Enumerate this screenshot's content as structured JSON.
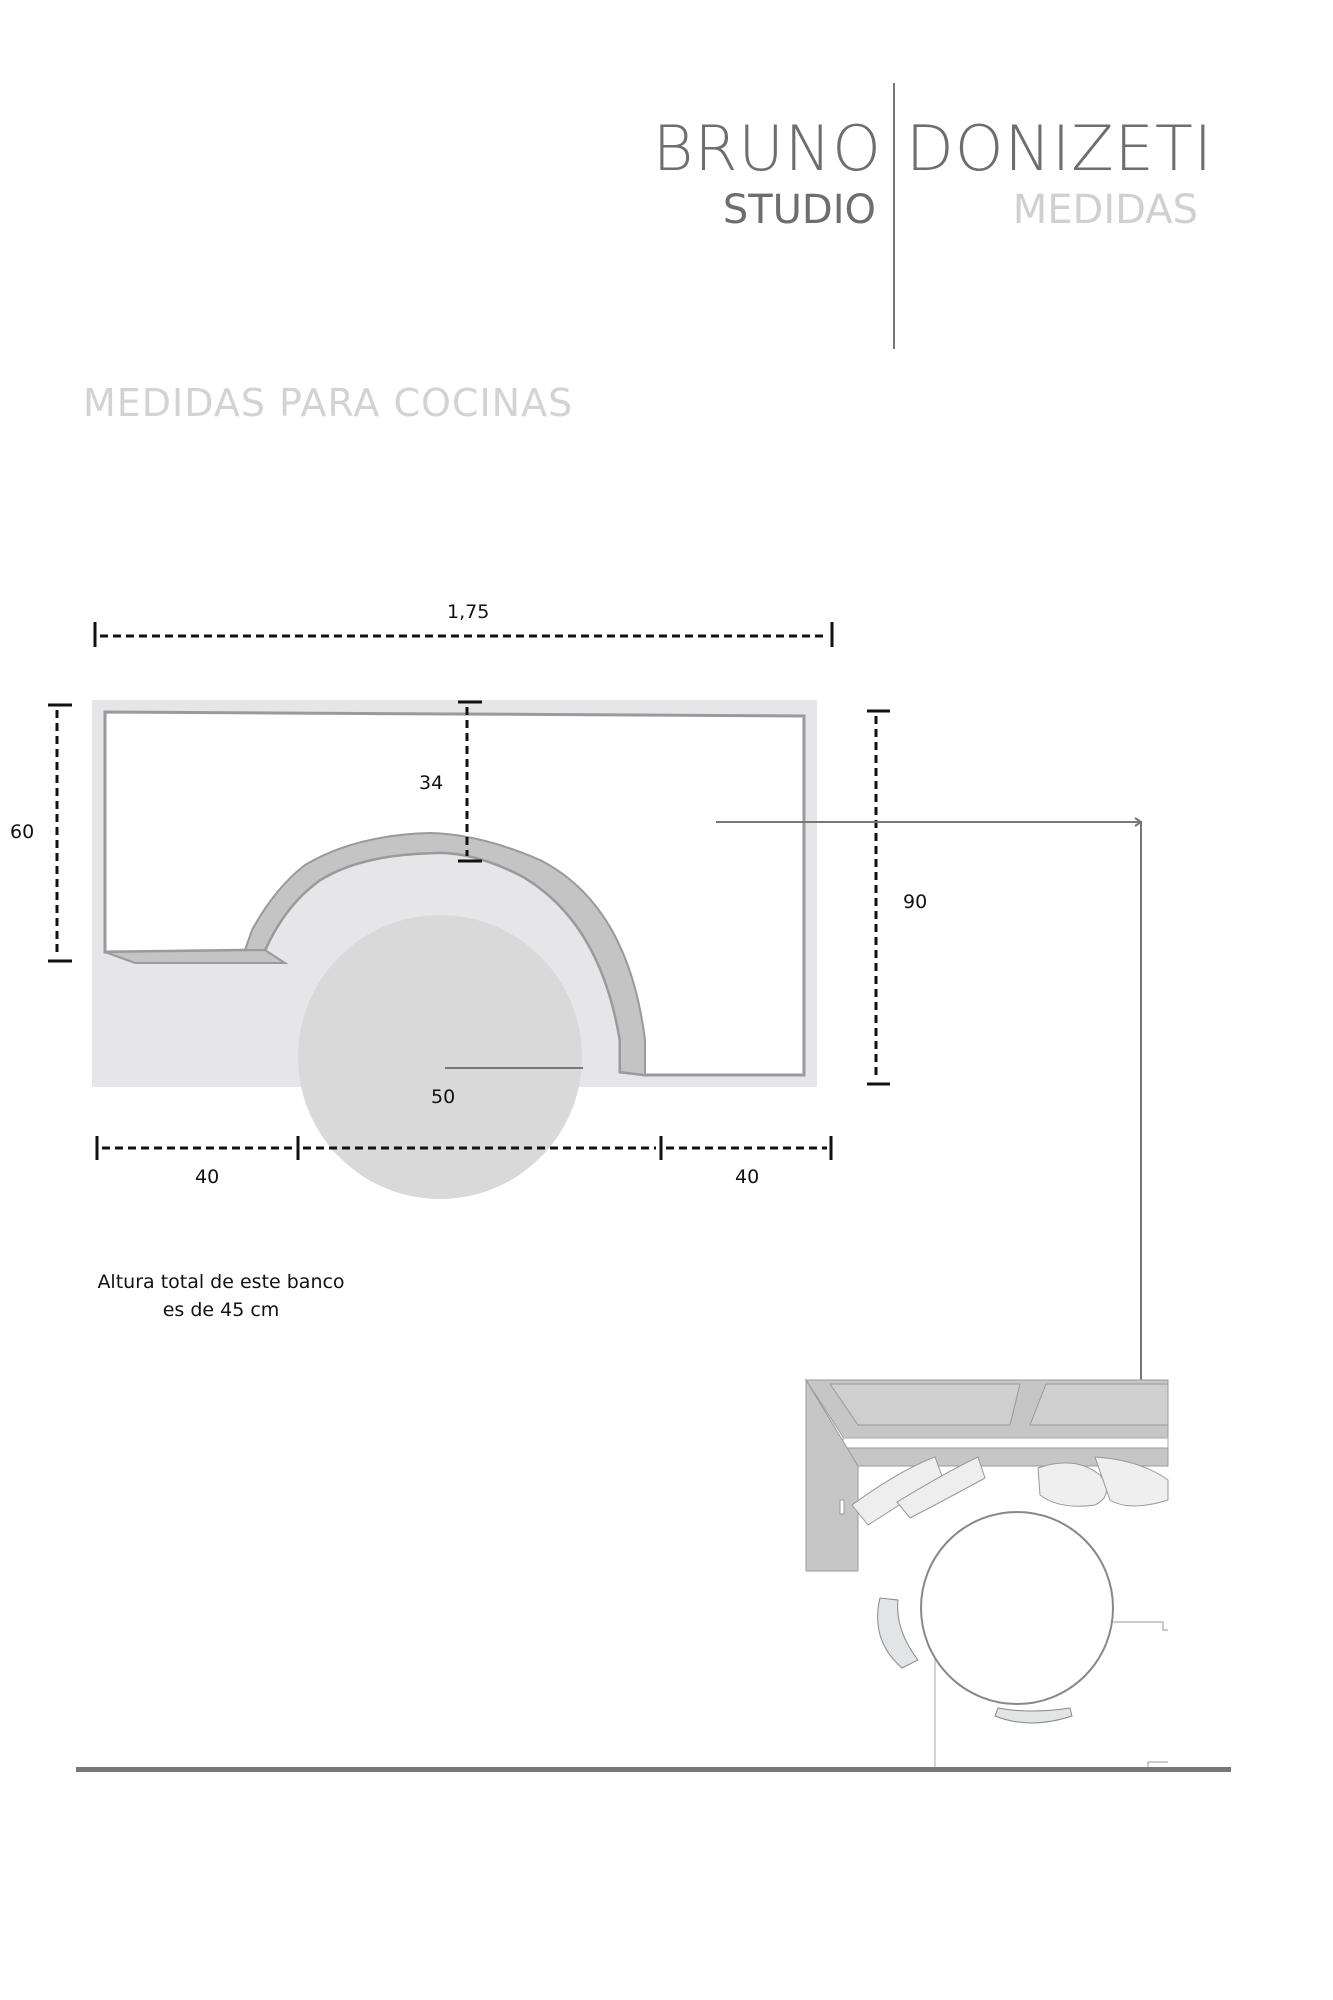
{
  "header": {
    "brand_left_line1": "BRUNO",
    "brand_left_line2": "STUDIO",
    "brand_right_line1": "DONIZETI",
    "brand_right_line2": "MEDIDAS"
  },
  "page": {
    "title": "MEDIDAS PARA COCINAS"
  },
  "diagram": {
    "dimensions": {
      "total_width": "1,75",
      "left_depth": "60",
      "arc_depth": "34",
      "right_depth": "90",
      "table_radius": "50",
      "left_segment": "40",
      "right_segment": "40"
    },
    "note_line1": "Altura total de este banco",
    "note_line2": "es de 45 cm"
  },
  "colors": {
    "brand_dark": "#6e6e6e",
    "brand_light": "#d0d0d0",
    "panel_bg": "#e6e6e8",
    "table_circle": "#d9d9d9",
    "bench_fill": "#c4c4c4",
    "rule": "#777777"
  }
}
